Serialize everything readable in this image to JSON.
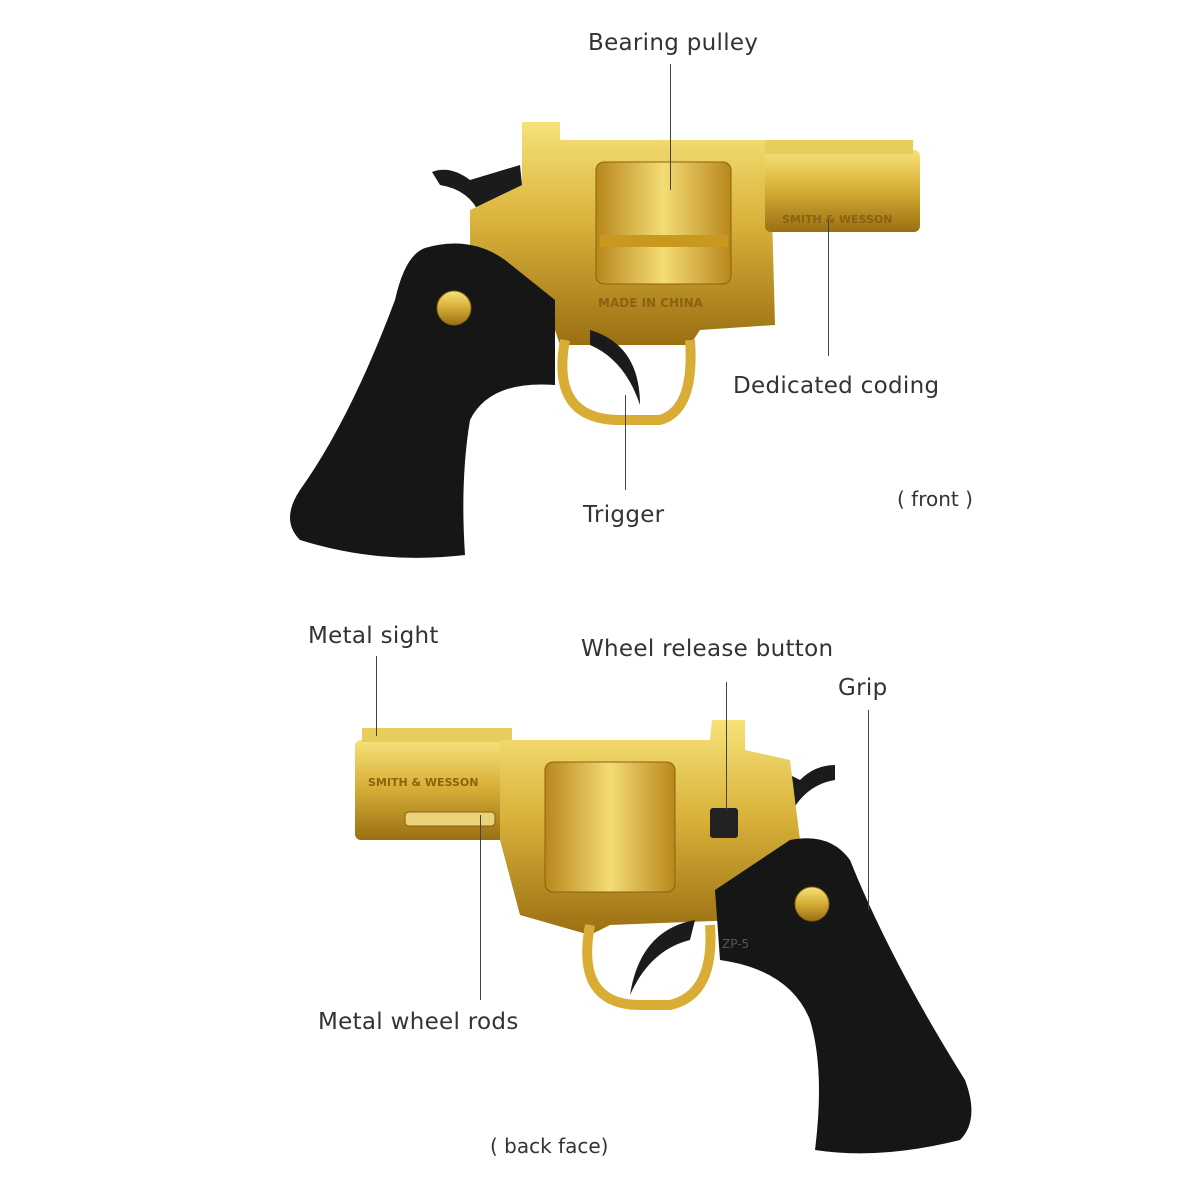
{
  "front_view": {
    "caption": "( front )",
    "labels": {
      "bearing_pulley": "Bearing pulley",
      "dedicated_coding": "Dedicated coding",
      "trigger": "Trigger"
    },
    "markings": {
      "brand": "SMITH & WESSON",
      "origin": "MADE IN CHINA"
    }
  },
  "back_view": {
    "caption": "( back face)",
    "labels": {
      "metal_sight": "Metal sight",
      "wheel_release_button": "Wheel release button",
      "grip": "Grip",
      "metal_wheel_rods": "Metal wheel rods"
    },
    "markings": {
      "brand": "SMITH & WESSON",
      "model": "ZP-5"
    }
  },
  "colors": {
    "gold": "#d9b23a",
    "grip": "#161616",
    "text": "#333333"
  }
}
